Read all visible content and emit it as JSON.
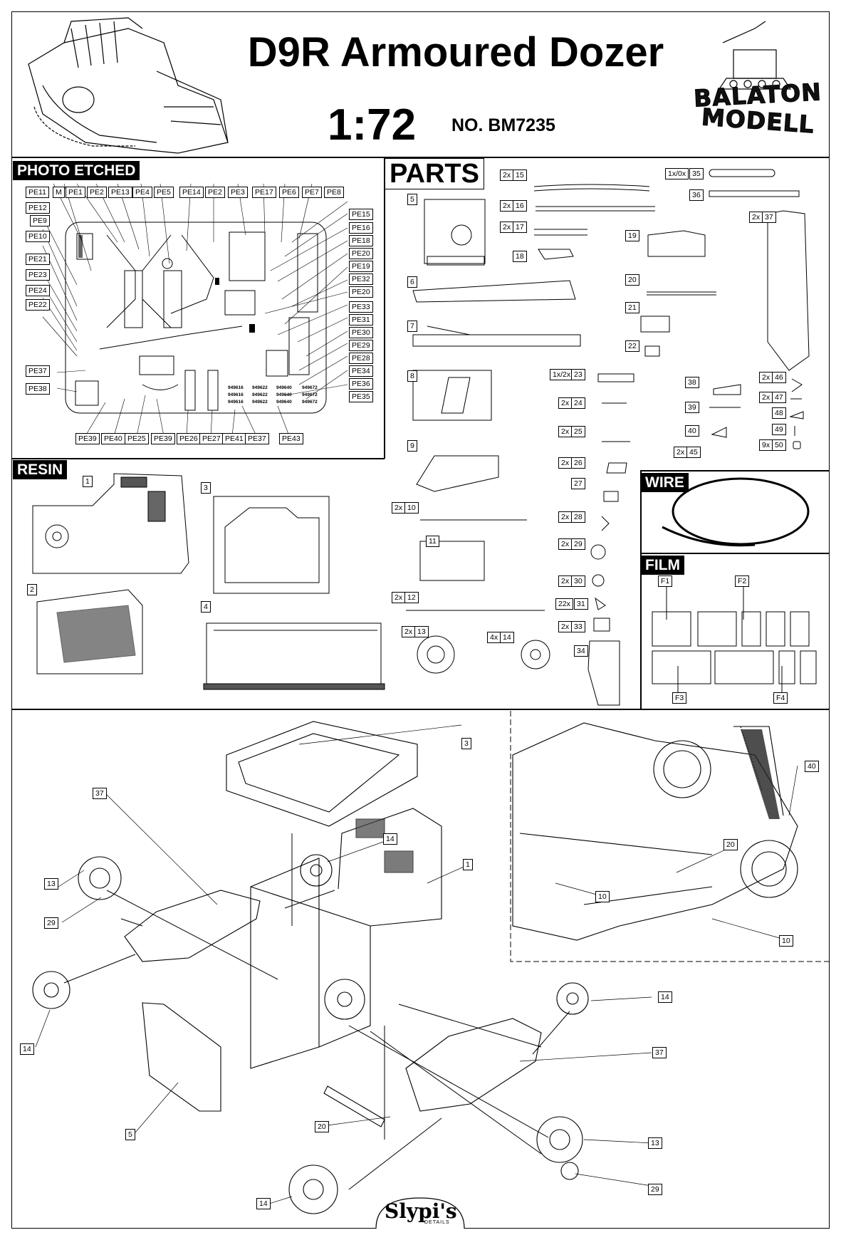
{
  "header": {
    "title": "D9R Armoured Dozer",
    "scale": "1:72",
    "catalog_no": "NO. BM7235",
    "logo_line1": "BALATON",
    "logo_line2": "MODELL"
  },
  "sections": {
    "photo_etched": "PHOTO ETCHED",
    "parts": "PARTS",
    "resin": "RESIN",
    "wire": "WIRE",
    "film": "FILM"
  },
  "pe_labels": [
    "PE11",
    "M",
    "PE1",
    "PE2",
    "PE13",
    "PE4",
    "PE5",
    "PE14",
    "PE2",
    "PE3",
    "PE17",
    "PE6",
    "PE7",
    "PE8",
    "PE12",
    "PE9",
    "PE10",
    "PE21",
    "PE23",
    "PE24",
    "PE22",
    "PE15",
    "PE16",
    "PE18",
    "PE20",
    "PE19",
    "PE32",
    "PE20",
    "PE33",
    "PE31",
    "PE30",
    "PE29",
    "PE28",
    "PE34",
    "PE36",
    "PE35",
    "PE37",
    "PE38",
    "PE39",
    "PE40",
    "PE25",
    "PE39",
    "PE26",
    "PE27",
    "PE41",
    "PE37",
    "PE43"
  ],
  "pe_codes": [
    "949616",
    "949622",
    "949640",
    "949672",
    "949616",
    "949622",
    "949640",
    "949672",
    "949616",
    "949622",
    "949640",
    "949672"
  ],
  "parts_labels": [
    "2x",
    "15",
    "2x",
    "16",
    "2x",
    "17",
    "18",
    "1x/0x",
    "35",
    "36",
    "2x",
    "37",
    "5",
    "19",
    "6",
    "20",
    "7",
    "21",
    "22",
    "8",
    "1x/2x",
    "23",
    "2x",
    "24",
    "38",
    "2x",
    "46",
    "2x",
    "47",
    "48",
    "39",
    "40",
    "49",
    "2x",
    "45",
    "9x",
    "50",
    "2x",
    "25",
    "9",
    "2x",
    "26",
    "27",
    "2x",
    "10",
    "2x",
    "28",
    "11",
    "2x",
    "29",
    "2x",
    "12",
    "2x",
    "30",
    "22x",
    "31",
    "2x",
    "33",
    "2x",
    "13",
    "4x",
    "14",
    "34"
  ],
  "resin_labels": [
    "1",
    "2",
    "3",
    "4"
  ],
  "film_labels": [
    "F1",
    "F2",
    "F3",
    "F4"
  ],
  "assembly_labels": [
    "3",
    "37",
    "14",
    "1",
    "13",
    "29",
    "14",
    "14",
    "37",
    "5",
    "20",
    "13",
    "14",
    "29",
    "40",
    "20",
    "10",
    "10"
  ],
  "footer": {
    "brand": "Slypi's",
    "brand_sub": "DETAILS"
  }
}
